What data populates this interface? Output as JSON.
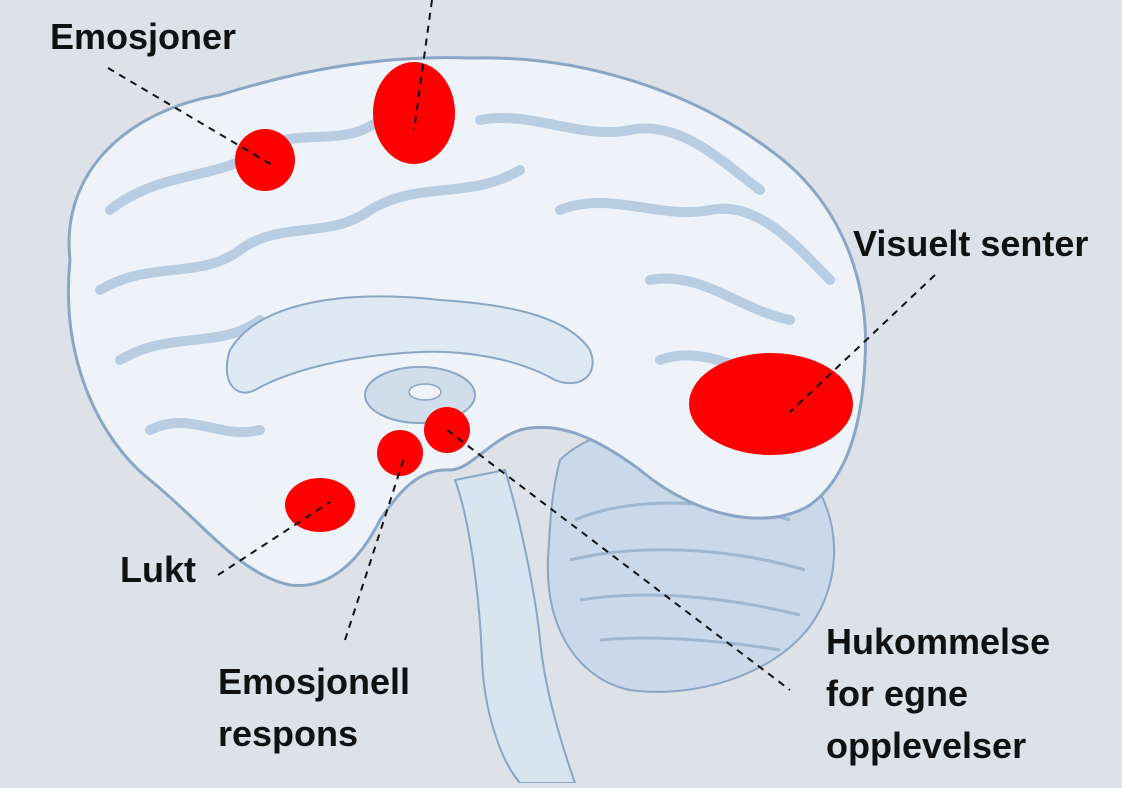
{
  "labels": {
    "emotions": "Emosjoner",
    "visual_center": "Visuelt senter",
    "smell": "Lukt",
    "emotional_response_line1": "Emosjonell",
    "emotional_response_line2": "respons",
    "memory_line1": "Hukommelse",
    "memory_line2": "for egne",
    "memory_line3": "opplevelser"
  },
  "colors": {
    "background": "#dde1e8",
    "highlight": "#ff0000",
    "brain_fill": "#eef3f9",
    "brain_shade": "#b9cde2",
    "brain_outline": "#8aa6c4",
    "label_text": "#111111"
  },
  "icons": {
    "brain": "brain-sagittal-illustration"
  }
}
